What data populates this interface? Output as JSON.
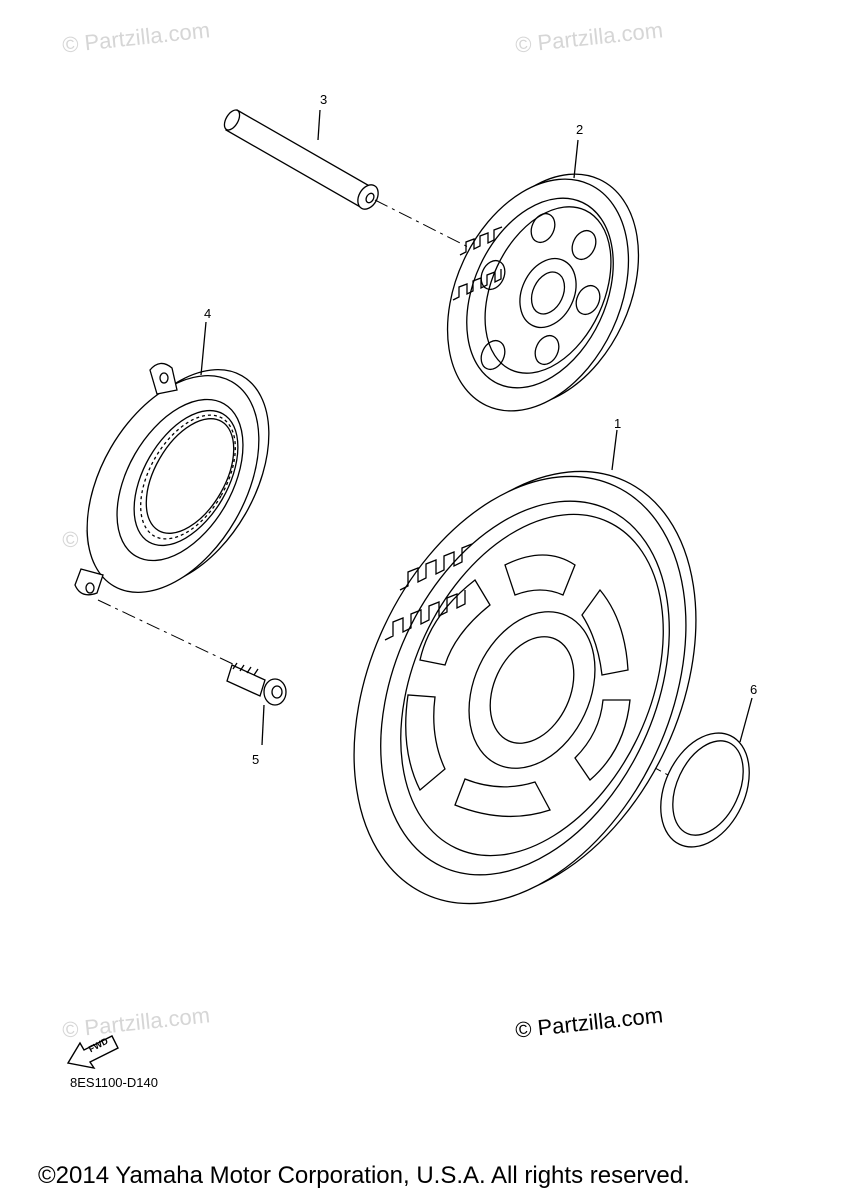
{
  "watermark_text": "© Partzilla.com",
  "callouts": {
    "p1": "1",
    "p2": "2",
    "p3": "3",
    "p4": "4",
    "p5": "5",
    "p6": "6"
  },
  "fwd_label": "FWD",
  "diagram_code": "8ES1100-D140",
  "copyright": "©2014 Yamaha Motor Corporation, U.S.A. All rights reserved."
}
